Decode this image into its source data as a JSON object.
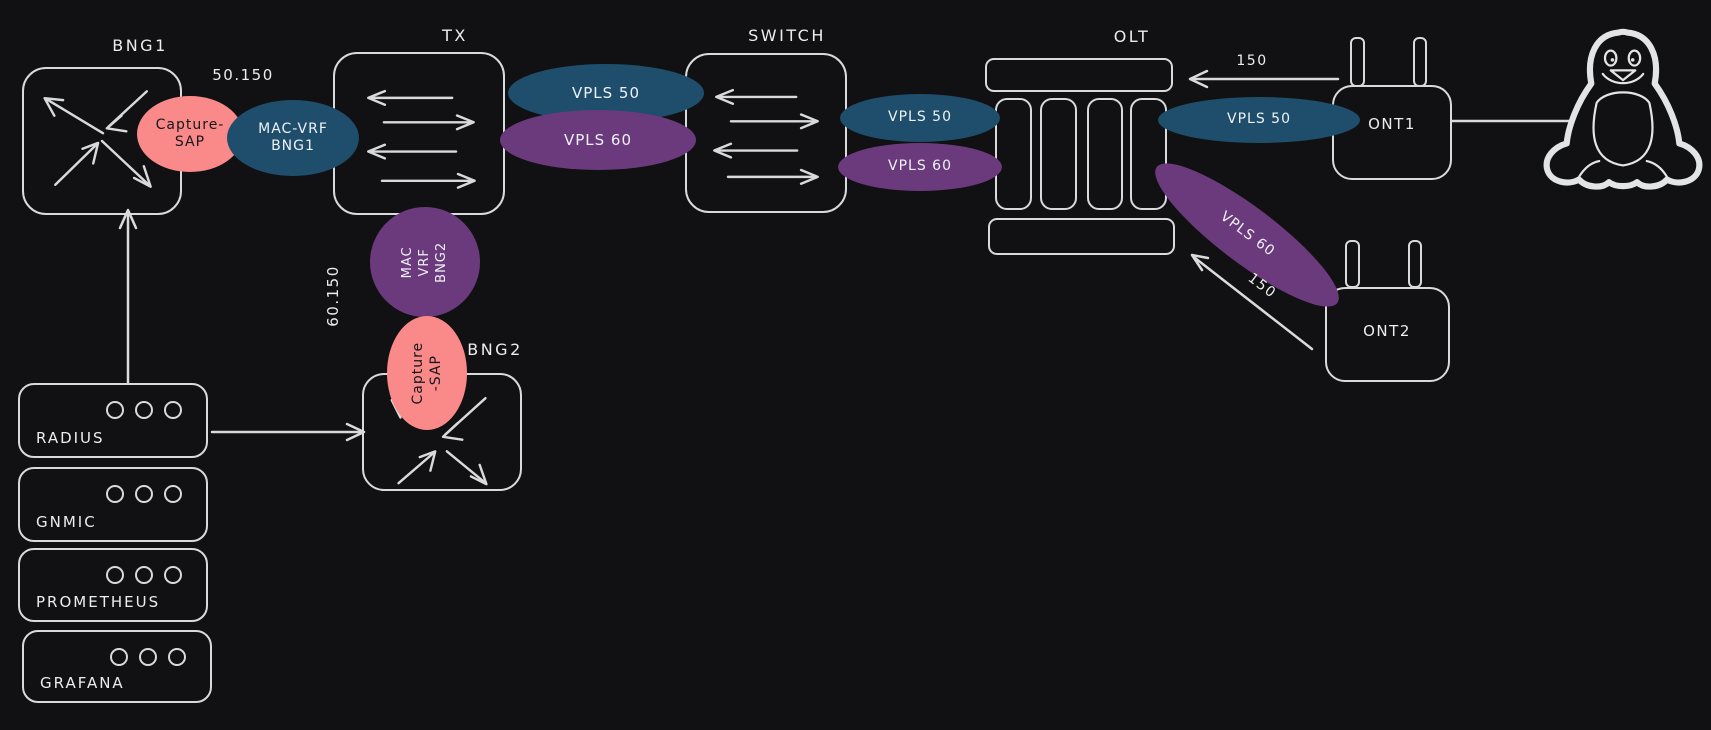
{
  "colors": {
    "background": "#111113",
    "stroke": "#d9dadc",
    "vpls50_blue": "#1e4e6b",
    "vpls60_purple": "#6b3a7c",
    "capture_sap_pink": "#fa8a8a",
    "dark_text": "#17171a",
    "light_text": "#ecedef"
  },
  "nodes": {
    "bng1": {
      "label": "BNG1"
    },
    "bng2": {
      "label": "BNG2"
    },
    "tx": {
      "label": "TX"
    },
    "switch": {
      "label": "SWITCH"
    },
    "olt": {
      "label": "OLT"
    },
    "ont1": {
      "label": "ONT1"
    },
    "ont2": {
      "label": "ONT2"
    },
    "servers": [
      {
        "label": "RADIUS"
      },
      {
        "label": "GNMIC"
      },
      {
        "label": "PROMETHEUS"
      },
      {
        "label": "GRAFANA"
      }
    ]
  },
  "overlays": {
    "capture_sap_bng1": {
      "line1": "Capture-",
      "line2": "SAP"
    },
    "mac_vrf_bng1": {
      "line1": "MAC-VRF",
      "line2": "BNG1"
    },
    "mac_vrf_bng2": {
      "line1": "MAC",
      "line2": "VRF",
      "line3": "BNG2"
    },
    "capture_sap_bng2": {
      "line1": "Capture",
      "line2": "-SAP"
    },
    "vpls50_tx": "VPLS 50",
    "vpls60_tx": "VPLS 60",
    "vpls50_switch": "VPLS 50",
    "vpls60_switch": "VPLS 60",
    "vpls50_ont1": "VPLS 50",
    "vpls60_ont2": "VPLS 60"
  },
  "edge_labels": {
    "vlan_bng1": "50.150",
    "vlan_bng2": "60.150",
    "vlan_ont1": "150",
    "vlan_ont2": "150"
  }
}
